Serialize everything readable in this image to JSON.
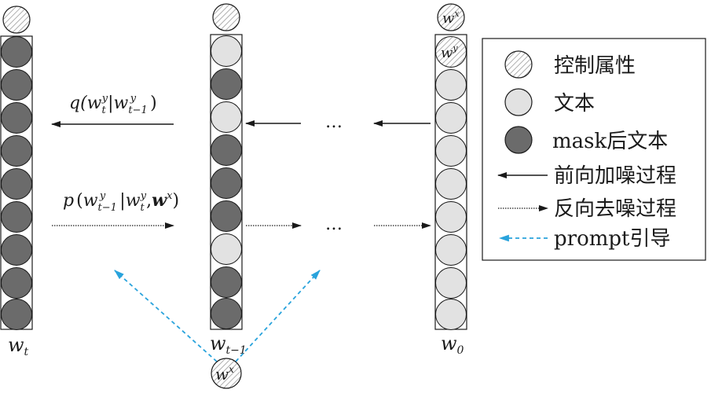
{
  "columns": {
    "left": {
      "label_base": "w",
      "label_sub": "t"
    },
    "middle": {
      "label_base": "w",
      "label_sub": "t−1"
    },
    "right": {
      "label_base": "w",
      "label_sub": "0",
      "top_label_base": "w",
      "top_label_sup": "x",
      "second_label_base": "w",
      "second_label_sup": "y"
    }
  },
  "dots": "…",
  "formulas": {
    "forward": {
      "fn": "q(",
      "a_base": "w",
      "a_sub": "t",
      "a_sup": "y",
      "bar": "|",
      "b_base": "w",
      "b_sub": "t−1",
      "b_sup": "y",
      "close": ")"
    },
    "reverse": {
      "fn": "p",
      "open": "(",
      "a_base": "w",
      "a_sub": "t−1",
      "a_sup": "y",
      "bar": "|",
      "b_base": "w",
      "b_sub": "t",
      "b_sup": "y",
      "comma": ",",
      "c_base": "w",
      "c_sup": "x",
      "close": ")"
    }
  },
  "bottom_node": {
    "base": "w",
    "sup": "x"
  },
  "legend": {
    "control": "控制属性",
    "text": "文本",
    "masked": "mask后文本",
    "forward": "前向加噪过程",
    "reverse": "反向去噪过程",
    "prompt": "prompt引导"
  },
  "colors": {
    "dark": "#6b6b6b",
    "light": "#e2e2e2",
    "prompt": "#29a3dc",
    "stroke": "#1a1a1a"
  },
  "icons": {
    "control": "hatched-circle-icon",
    "arrow": "arrow-icon"
  }
}
